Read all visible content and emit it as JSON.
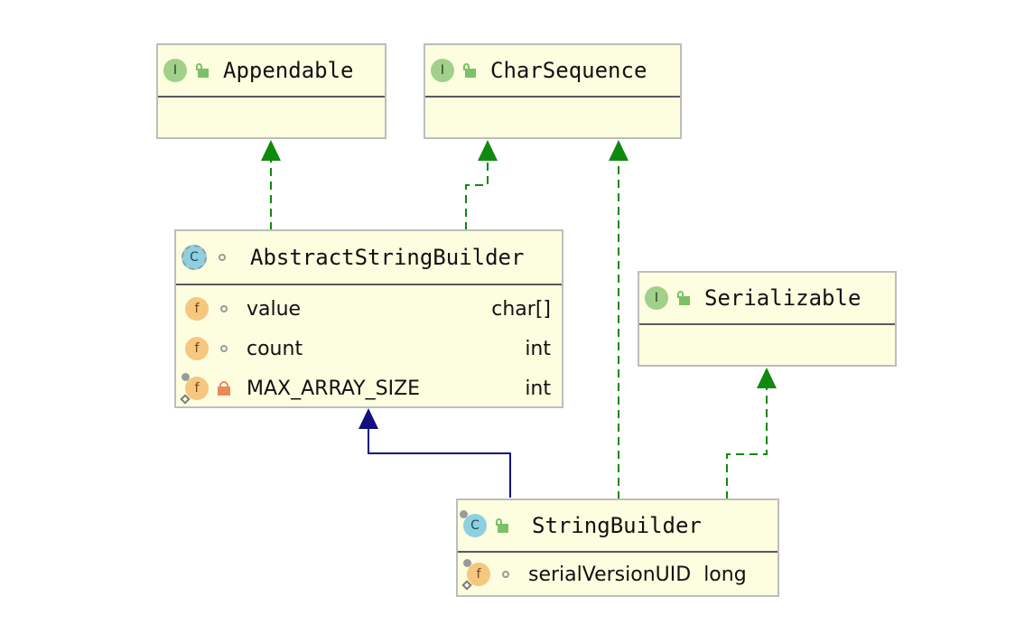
{
  "nodes": {
    "appendable": {
      "title": "Appendable",
      "kind": "I"
    },
    "charsequence": {
      "title": "CharSequence",
      "kind": "I"
    },
    "serializable": {
      "title": "Serializable",
      "kind": "I"
    },
    "asb": {
      "title": "AbstractStringBuilder",
      "kind": "C",
      "fields": [
        {
          "kind": "f",
          "name": "value",
          "type": "char[]"
        },
        {
          "kind": "f",
          "name": "count",
          "type": "int"
        },
        {
          "kind": "f",
          "name": "MAX_ARRAY_SIZE",
          "type": "int"
        }
      ]
    },
    "sb": {
      "title": "StringBuilder",
      "kind": "C",
      "fields": [
        {
          "kind": "f",
          "name": "serialVersionUID",
          "type": "long"
        }
      ]
    }
  },
  "colors": {
    "implements_edge": "#0f8a0f",
    "extends_edge": "#101080",
    "node_fill": "#fdfde0"
  }
}
